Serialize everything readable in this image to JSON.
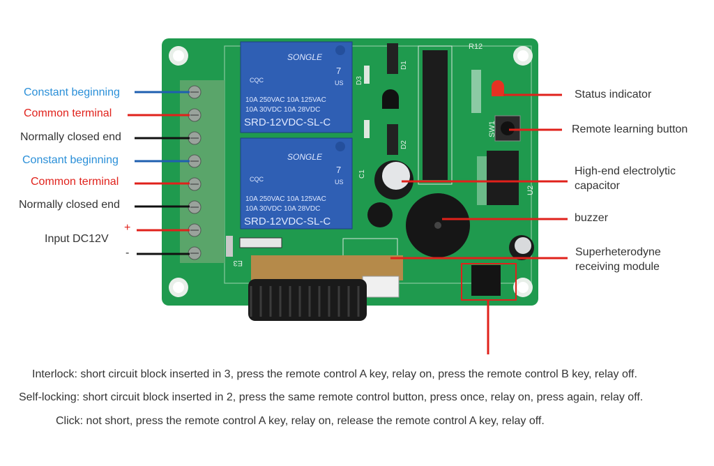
{
  "left_labels": [
    {
      "text": "Constant beginning",
      "color": "#2a8fd8"
    },
    {
      "text": "Common terminal",
      "color": "#e0211b"
    },
    {
      "text": "Normally closed end",
      "color": "#333333"
    },
    {
      "text": "Constant beginning",
      "color": "#2a8fd8"
    },
    {
      "text": "Common terminal",
      "color": "#e0211b"
    },
    {
      "text": "Normally closed end",
      "color": "#333333"
    }
  ],
  "power": {
    "label": "Input DC12V",
    "plus": "+",
    "minus": "-"
  },
  "right_labels": {
    "status": "Status indicator",
    "learn": "Remote learning button",
    "capacitor_1": "High-end electrolytic",
    "capacitor_2": "capacitor",
    "buzzer": "buzzer",
    "module_1": "Superheterodyne",
    "module_2": "receiving module"
  },
  "relay": {
    "brand": "SONGLE",
    "cqc": "CQC",
    "rating_1": "10A 250VAC  10A 125VAC",
    "rating_2": "10A  30VDC  10A  28VDC",
    "model": "SRD-12VDC-SL-C",
    "ul": "US",
    "num": "7"
  },
  "board_marks": {
    "r12": "R12",
    "sw": "SW1",
    "u2": "U2",
    "d1": "D1",
    "d2": "D2",
    "d3": "D3",
    "c1": "C1",
    "e3": "E3"
  },
  "notes": [
    "Interlock: short circuit block inserted in 3, press the remote control A key, relay on, press the remote control B key, relay off.",
    "Self-locking: short circuit block inserted in 2, press the same remote control button, press once, relay on, press again, relay off.",
    "Click: not short, press the remote control A key, relay on, release the remote control A key, relay off."
  ],
  "colors": {
    "pcb": "#1f9a4e",
    "relay": "#2f5fb4",
    "terminal": "#5aa56a",
    "line_red": "#e0211b",
    "line_blue": "#1f5fb0"
  }
}
